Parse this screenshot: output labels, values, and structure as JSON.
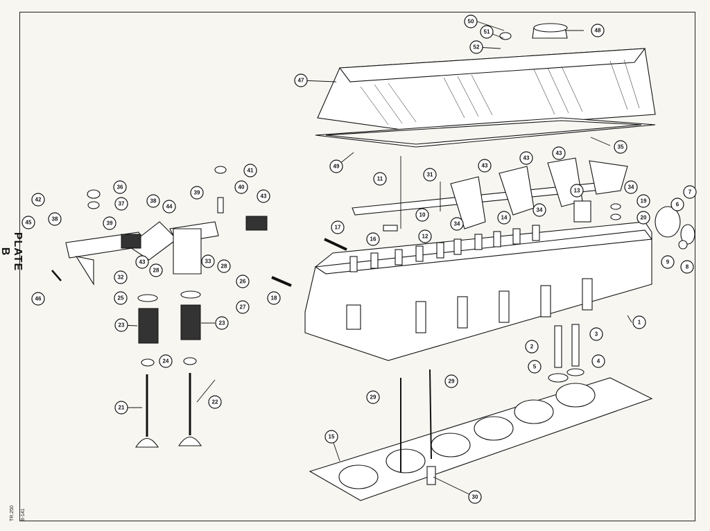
{
  "plate": {
    "title": "PLATE B",
    "ref_number": "B-141",
    "ref_code": "TR.250"
  },
  "callouts": [
    {
      "n": "1"
    },
    {
      "n": "2"
    },
    {
      "n": "3"
    },
    {
      "n": "4"
    },
    {
      "n": "5"
    },
    {
      "n": "6"
    },
    {
      "n": "7"
    },
    {
      "n": "8"
    },
    {
      "n": "9"
    },
    {
      "n": "10"
    },
    {
      "n": "11"
    },
    {
      "n": "12"
    },
    {
      "n": "13"
    },
    {
      "n": "14"
    },
    {
      "n": "15"
    },
    {
      "n": "16"
    },
    {
      "n": "17"
    },
    {
      "n": "18"
    },
    {
      "n": "19"
    },
    {
      "n": "20"
    },
    {
      "n": "21"
    },
    {
      "n": "22"
    },
    {
      "n": "23"
    },
    {
      "n": "23"
    },
    {
      "n": "24"
    },
    {
      "n": "25"
    },
    {
      "n": "26"
    },
    {
      "n": "27"
    },
    {
      "n": "28"
    },
    {
      "n": "28"
    },
    {
      "n": "29"
    },
    {
      "n": "29"
    },
    {
      "n": "30"
    },
    {
      "n": "31"
    },
    {
      "n": "32"
    },
    {
      "n": "33"
    },
    {
      "n": "34"
    },
    {
      "n": "34"
    },
    {
      "n": "34"
    },
    {
      "n": "35"
    },
    {
      "n": "36"
    },
    {
      "n": "37"
    },
    {
      "n": "38"
    },
    {
      "n": "38"
    },
    {
      "n": "39"
    },
    {
      "n": "39"
    },
    {
      "n": "40"
    },
    {
      "n": "41"
    },
    {
      "n": "42"
    },
    {
      "n": "43"
    },
    {
      "n": "43"
    },
    {
      "n": "43"
    },
    {
      "n": "43"
    },
    {
      "n": "43"
    },
    {
      "n": "44"
    },
    {
      "n": "45"
    },
    {
      "n": "46"
    },
    {
      "n": "47"
    },
    {
      "n": "48"
    },
    {
      "n": "49"
    },
    {
      "n": "50"
    },
    {
      "n": "51"
    },
    {
      "n": "52"
    }
  ]
}
